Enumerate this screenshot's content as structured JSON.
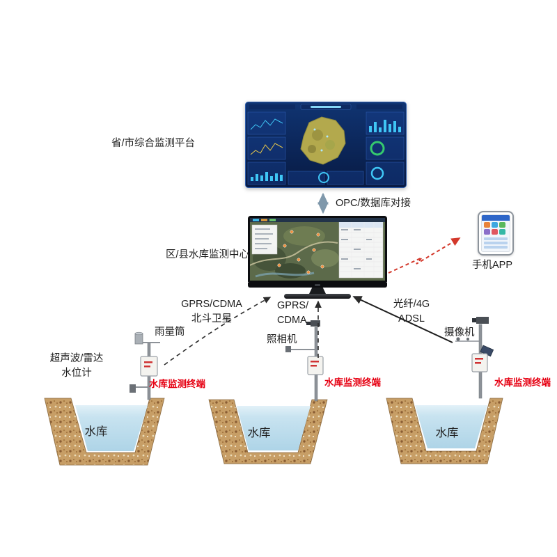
{
  "platform": {
    "label": "省/市综合监测平台"
  },
  "monitor_center": {
    "label": "区/县水库监测中心"
  },
  "mobile_app": {
    "label": "手机APP"
  },
  "links": {
    "opc": "OPC/数据库对接",
    "left_line1": "GPRS/CDMA",
    "left_line2": "北斗卫星",
    "middle_line1": "GPRS/",
    "middle_line2": "CDMA",
    "right_line1": "光纤/4G",
    "right_line2": "ADSL"
  },
  "equipment": {
    "rain_gauge": "雨量筒",
    "photo_camera": "照相机",
    "video_camera": "摄像机",
    "water_level_line1": "超声波/雷达",
    "water_level_line2": "水位计"
  },
  "stations": [
    {
      "terminal_label": "水库监测终端",
      "reservoir_label": "水库"
    },
    {
      "terminal_label": "水库监测终端",
      "reservoir_label": "水库"
    },
    {
      "terminal_label": "水库监测终端",
      "reservoir_label": "水库"
    }
  ],
  "colors": {
    "terminal_text": "#e60012",
    "wireless_link_red": "#d3382b",
    "water": "#bfdeed",
    "soil": "#c79e66",
    "dashboard_bg": "#0d2a63"
  }
}
